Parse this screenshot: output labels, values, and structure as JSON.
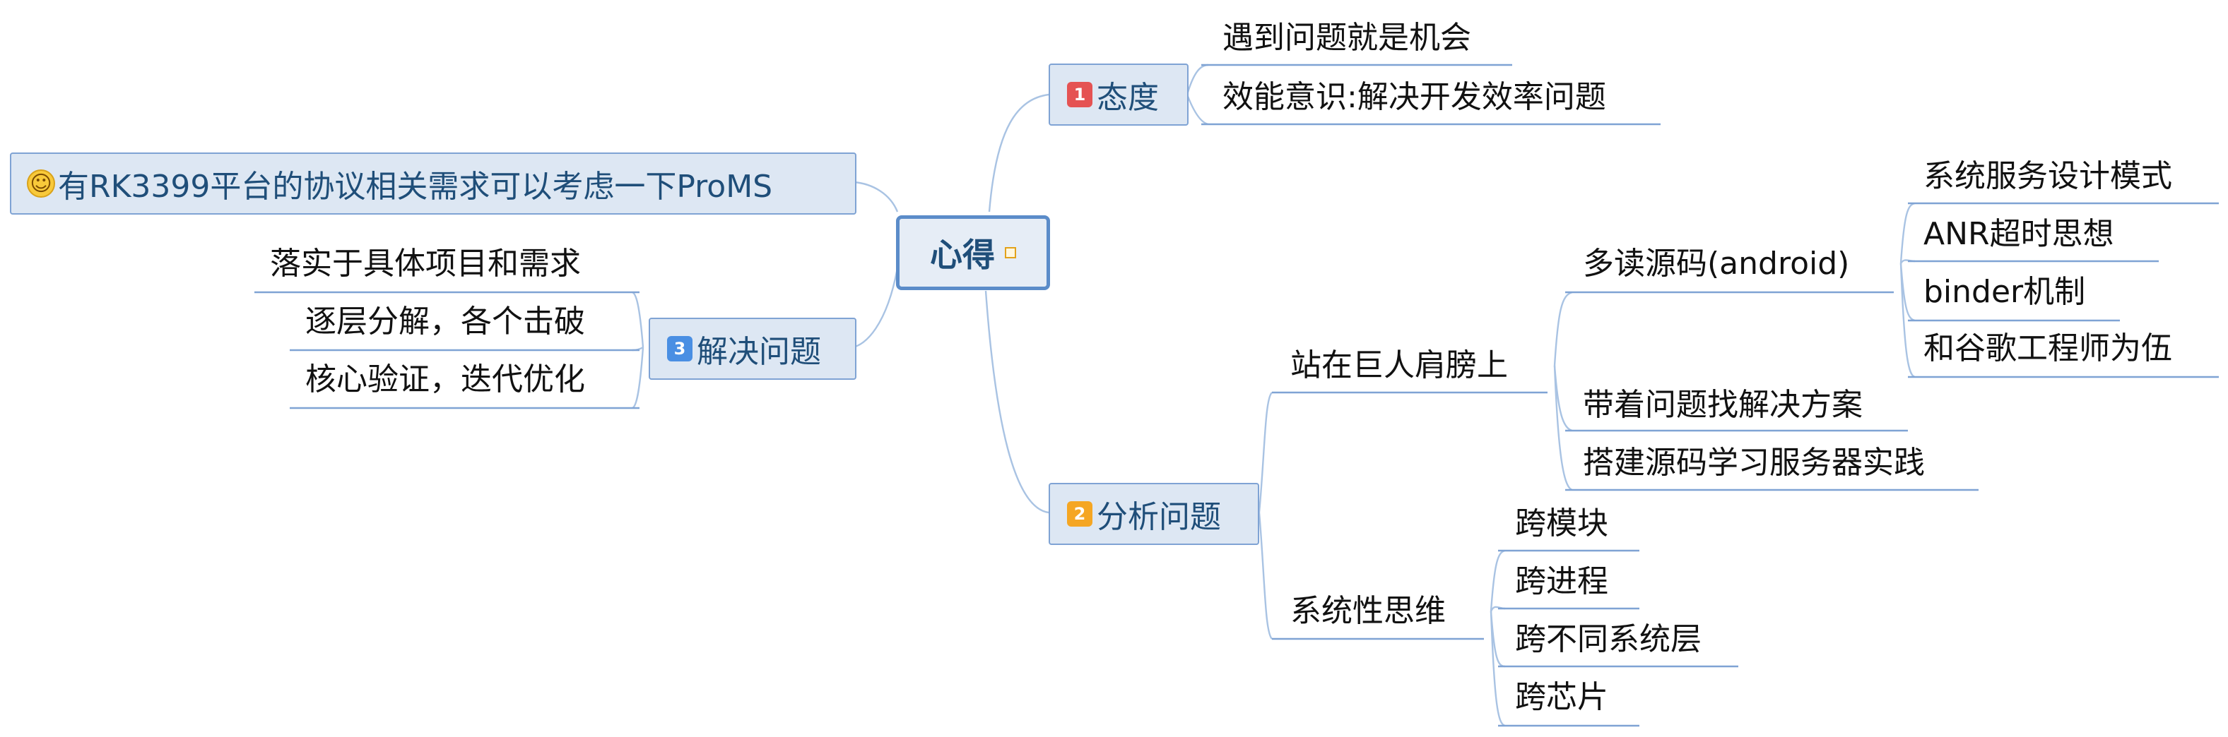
{
  "center": {
    "label": "心得"
  },
  "branches": {
    "attitude": {
      "badge": "1",
      "label": "态度",
      "children": [
        "遇到问题就是机会",
        "效能意识:解决开发效率问题"
      ]
    },
    "analysis": {
      "badge": "2",
      "label": "分析问题",
      "giants": {
        "label": "站在巨人肩膀上",
        "read_source": {
          "label": "多读源码(android)",
          "children": [
            "系统服务设计模式",
            "ANR超时思想",
            "binder机制",
            "和谷歌工程师为伍"
          ]
        },
        "children": [
          "带着问题找解决方案",
          "搭建源码学习服务器实践"
        ]
      },
      "systems": {
        "label": "系统性思维",
        "children": [
          "跨模块",
          "跨进程",
          "跨不同系统层",
          "跨芯片"
        ]
      }
    },
    "solve": {
      "badge": "3",
      "label": "解决问题",
      "children": [
        "落实于具体项目和需求",
        "逐层分解，各个击破",
        "核心验证，迭代优化"
      ]
    },
    "note": {
      "label": "有RK3399平台的协议相关需求可以考虑一下ProMS"
    }
  },
  "colors": {
    "connector": "#a9c3e3",
    "underline": "#7fa3d4",
    "box_fill": "#dde7f3",
    "center_border": "#5b8cc9",
    "badge_red": "#e55353",
    "badge_orange": "#f5a623",
    "badge_blue": "#4a8fe3"
  },
  "icons": [
    "smile-icon",
    "priority-1-icon",
    "priority-2-icon",
    "priority-3-icon",
    "note-marker-icon"
  ]
}
